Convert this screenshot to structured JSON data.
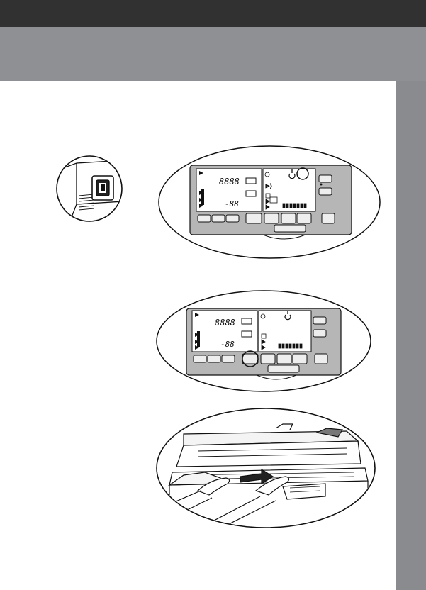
{
  "page": {
    "colors": {
      "top_bar": "#313131",
      "header_band": "#8f9093",
      "side_tab": "#8a8b8e",
      "panel_face": "#b6b6b6",
      "display_window": "#ffffff"
    }
  },
  "figures": {
    "power_switch": {
      "icon": "power-switch-icon"
    },
    "panel_1": {
      "counter_main": "8888",
      "counter_sub": "-88",
      "highlight": "power-indicator-circle"
    },
    "panel_2": {
      "counter_main": "8888",
      "counter_sub": "-88",
      "highlight": "start-button-circle"
    },
    "feeding": {
      "icon": "hands-feeding-original-icon"
    }
  }
}
